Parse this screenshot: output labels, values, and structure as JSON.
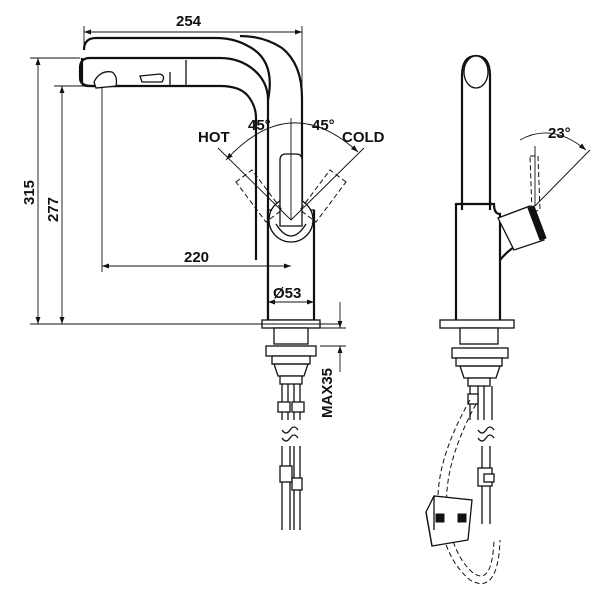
{
  "dimensions": {
    "width_top": "254",
    "spout_reach": "220",
    "height_total": "315",
    "height_spout": "277",
    "base_diameter": "Ø53",
    "max_deck": "MAX35"
  },
  "angles": {
    "left": "45°",
    "right": "45°",
    "side": "23°"
  },
  "labels": {
    "hot": "HOT",
    "cold": "COLD"
  }
}
